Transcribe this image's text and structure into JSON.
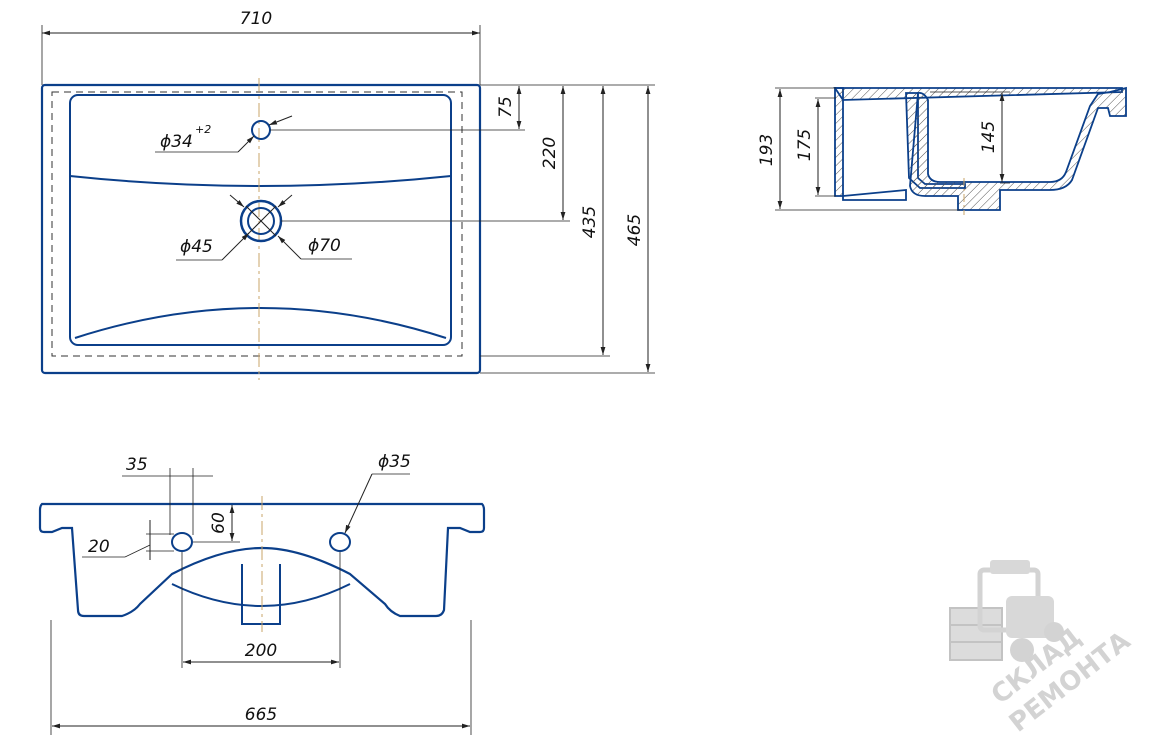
{
  "colors": {
    "outline": "#0b3f8a",
    "dimension": "#222222",
    "centerline": "#c9a46a",
    "hatch": "#555555",
    "watermark": "#d0d0d0"
  },
  "top_view": {
    "overall_width": "710",
    "overhang_depth": "75",
    "drain_position": "220",
    "inner_depth": "435",
    "overall_depth": "465",
    "tap_hole_diameter": "ϕ34",
    "tap_hole_tolerance": "+2",
    "drain_inner_diameter": "ϕ45",
    "drain_outer_diameter": "ϕ70"
  },
  "side_section": {
    "total_height": "193",
    "body_height": "175",
    "bowl_depth": "145"
  },
  "front_view": {
    "hole_offset": "35",
    "hole_height": "60",
    "hole_size": "20",
    "hole_diameter": "ϕ35",
    "holes_spacing": "200",
    "base_width": "665"
  },
  "watermark": {
    "line1": "СКЛАД",
    "line2": "РЕМОНТА",
    "icon": "forklift-icon"
  }
}
